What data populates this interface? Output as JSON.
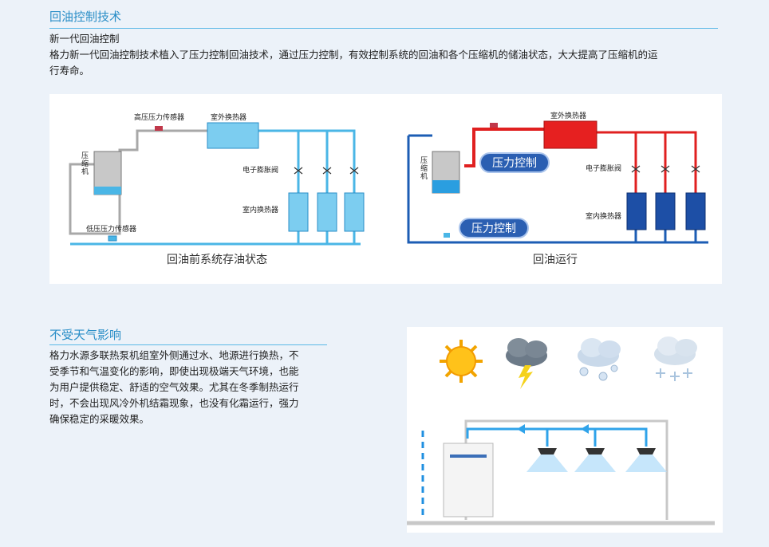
{
  "section1": {
    "title": "回油控制技术",
    "subtitle": "新一代回油控制",
    "body_line1": "格力新一代回油控制技术植入了压力控制回油技术，通过压力控制，有效控制系统的回油和各个压缩机的储油状态，大大提高了压缩机的运",
    "body_line2": "行寿命。"
  },
  "diagram_left": {
    "caption": "回油前系统存油状态",
    "label_high_sensor": "高压压力传感器",
    "label_outdoor_hx": "室外换热器",
    "label_compressor": "压缩机",
    "label_valve": "电子膨胀阀",
    "label_indoor_hx": "室内换热器",
    "label_low_sensor": "低压压力传感器"
  },
  "diagram_right": {
    "caption": "回油运行",
    "label_outdoor_hx": "室外换热器",
    "label_compressor": "压缩机",
    "label_valve": "电子膨胀阀",
    "label_indoor_hx": "室内换热器",
    "badge_top": "压力控制",
    "badge_bottom": "压力控制"
  },
  "section2": {
    "title": "不受天气影响",
    "line1": "格力水源多联热泵机组室外侧通过水、地源进行换热，不",
    "line2": "受季节和气温变化的影响，即使出现极端天气环境，也能",
    "line3": "为用户提供稳定、舒适的空气效果。尤其在冬季制热运行",
    "line4": "时，不会出现风冷外机结霜现象，也没有化霜运行，强力",
    "line5": "确保稳定的采暖效果。"
  },
  "weather_icons": [
    "sun-icon",
    "thunderstorm-icon",
    "rain-icon",
    "snow-icon"
  ],
  "colors": {
    "accent": "#2a8ec7",
    "pipe_light": "#4ab6e6",
    "pipe_blue": "#1c5db4",
    "pipe_red": "#e02020"
  }
}
